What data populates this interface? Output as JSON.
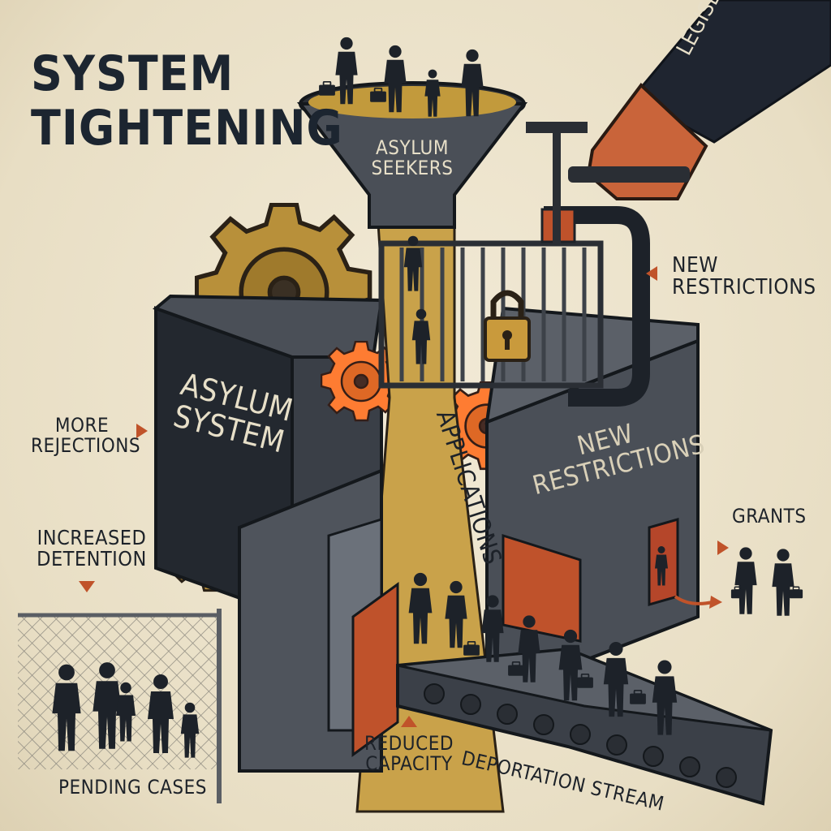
{
  "title": "SYSTEM TIGHTENING",
  "labels": {
    "legislation": "LEGISLATION",
    "asylum_seekers_line1": "ASYLUM",
    "asylum_seekers_line2": "SEEKERS",
    "new_restrictions_side_line1": "NEW",
    "new_restrictions_side_line2": "RESTRICTIONS",
    "more_rejections_line1": "MORE",
    "more_rejections_line2": "REJECTIONS",
    "asylum_system_line1": "ASYLUM",
    "asylum_system_line2": "SYSTEM",
    "applications": "APPLICATIONS",
    "new_restrictions_wall_line1": "NEW",
    "new_restrictions_wall_line2": "RESTRICTIONS",
    "grants": "GRANTS",
    "increased_detention_line1": "INCREASED",
    "increased_detention_line2": "DETENTION",
    "pending_cases": "PENDING CASES",
    "reduced_capacity_line1": "REDUCED",
    "reduced_capacity_line2": "CAPACITY",
    "deportation_stream": "DEPORTATION STREAM"
  },
  "colors": {
    "background": "#ece3cd",
    "ink": "#1d2229",
    "steel": "#4a4f57",
    "steel_light": "#6b717a",
    "gold": "#c29a3c",
    "rust": "#c0532a",
    "skin": "#c9643a"
  },
  "icons": [
    "funnel-icon",
    "gear-icon",
    "padlock-icon",
    "clamp-icon",
    "hand-icon",
    "conveyor-belt-icon",
    "fence-icon",
    "door-icon",
    "person-icon",
    "suitcase-icon"
  ]
}
